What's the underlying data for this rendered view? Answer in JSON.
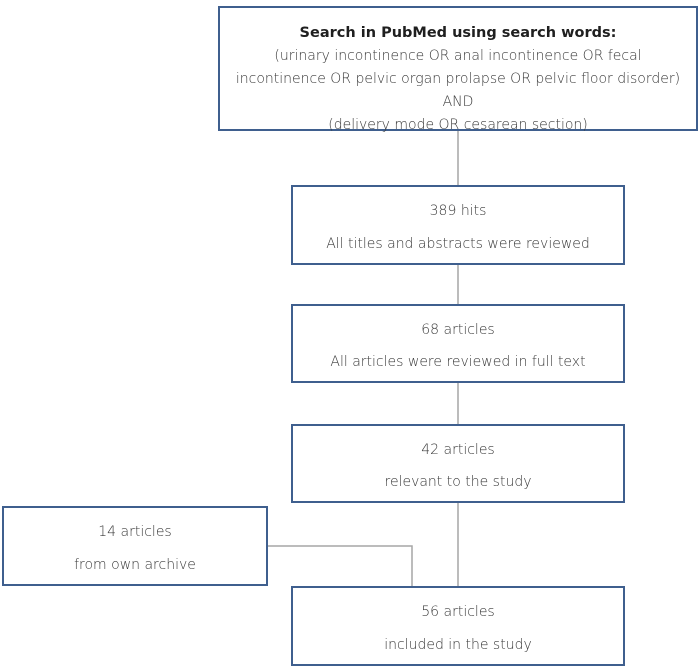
{
  "search": {
    "title": "Search in PubMed using search words:",
    "line1": "(urinary incontinence OR anal incontinence OR fecal",
    "line2": "incontinence OR pelvic organ prolapse OR pelvic floor disorder)",
    "line3": "AND",
    "line4": "(delivery mode OR cesarean section)"
  },
  "hits": {
    "count": "389 hits",
    "note": "All titles and abstracts were reviewed"
  },
  "fulltext": {
    "count": "68 articles",
    "note": "All articles were reviewed in full text"
  },
  "relevant": {
    "count": "42 articles",
    "note": "relevant to the study"
  },
  "archive": {
    "count": "14 articles",
    "note": "from own archive"
  },
  "included": {
    "count": "56 articles",
    "note": "included in the study"
  },
  "colors": {
    "box_border": "#3f5f8e",
    "connector": "#a6a6a6",
    "text": "#3a3a3a"
  }
}
